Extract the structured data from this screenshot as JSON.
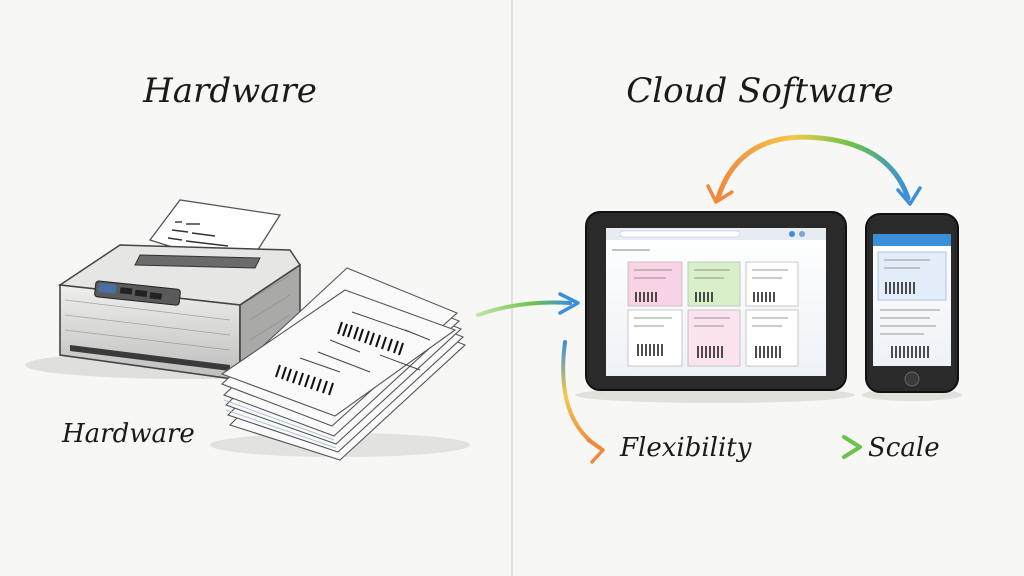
{
  "left_panel": {
    "title": "Hardware",
    "caption": "Hardware"
  },
  "right_panel": {
    "title": "Cloud Software",
    "label_flexibility": "Flexibility",
    "label_scale": "Scale"
  },
  "colors": {
    "background": "#f7f7f5",
    "divider": "#e2e2df",
    "ink": "#1a1a1a",
    "arrow_blue": "#3b8fd9",
    "arrow_green": "#6cc24a",
    "arrow_orange": "#f0883e",
    "arrow_yellow": "#f2c94c",
    "label_pink": "#f6b6d8",
    "label_green": "#bfe6a6"
  },
  "icons": [
    "printer-icon",
    "paper-stack-icon",
    "tablet-icon",
    "phone-icon",
    "sync-arrow-icon"
  ]
}
